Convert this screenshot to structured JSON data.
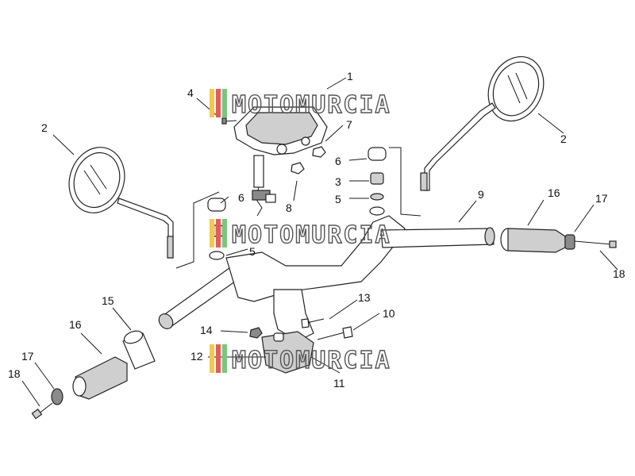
{
  "diagram": {
    "watermark_text": "MOTOMURCIA",
    "watermark_colors": [
      "#f2c94c",
      "#e45b5b",
      "#7bc67b"
    ],
    "labels": [
      {
        "id": "l1",
        "text": "1"
      },
      {
        "id": "l2a",
        "text": "2"
      },
      {
        "id": "l2b",
        "text": "2"
      },
      {
        "id": "l3",
        "text": "3"
      },
      {
        "id": "l4",
        "text": "4"
      },
      {
        "id": "l5a",
        "text": "5"
      },
      {
        "id": "l5b",
        "text": "5"
      },
      {
        "id": "l6a",
        "text": "6"
      },
      {
        "id": "l6b",
        "text": "6"
      },
      {
        "id": "l7",
        "text": "7"
      },
      {
        "id": "l8",
        "text": "8"
      },
      {
        "id": "l9",
        "text": "9"
      },
      {
        "id": "l10",
        "text": "10"
      },
      {
        "id": "l11",
        "text": "11"
      },
      {
        "id": "l12",
        "text": "12"
      },
      {
        "id": "l13",
        "text": "13"
      },
      {
        "id": "l14",
        "text": "14"
      },
      {
        "id": "l15",
        "text": "15"
      },
      {
        "id": "l16a",
        "text": "16"
      },
      {
        "id": "l16b",
        "text": "16"
      },
      {
        "id": "l17a",
        "text": "17"
      },
      {
        "id": "l17b",
        "text": "17"
      },
      {
        "id": "l18a",
        "text": "18"
      },
      {
        "id": "l18b",
        "text": "18"
      }
    ]
  }
}
